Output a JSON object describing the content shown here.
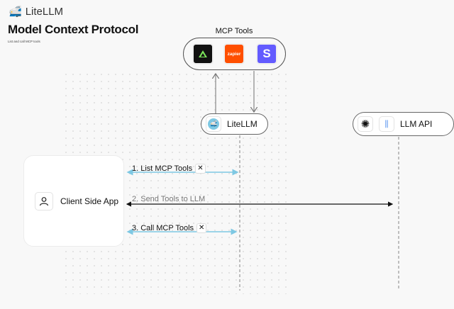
{
  "brand": {
    "name": "LiteLLM"
  },
  "header": {
    "title": "Model Context Protocol",
    "subtitle": "List and call MCP tools"
  },
  "mcp_tools": {
    "label": "MCP Tools",
    "tools": [
      {
        "name": "tool-a",
        "color": "#111111"
      },
      {
        "name": "zapier",
        "label": "zapier",
        "color": "#ff4f00"
      },
      {
        "name": "stripe",
        "label": "S",
        "color": "#635bff"
      }
    ]
  },
  "nodes": {
    "litellm": "LiteLLM",
    "llm_api": "LLM API",
    "client": "Client Side App"
  },
  "messages": [
    {
      "label": "1. List MCP Tools",
      "icon": "tools-icon"
    },
    {
      "label": "2. Send Tools to LLM"
    },
    {
      "label": "3. Call MCP Tools",
      "icon": "tools-icon"
    }
  ],
  "colors": {
    "mcp_arrow": "#7ec8e3",
    "llm_arrow": "#111111"
  }
}
